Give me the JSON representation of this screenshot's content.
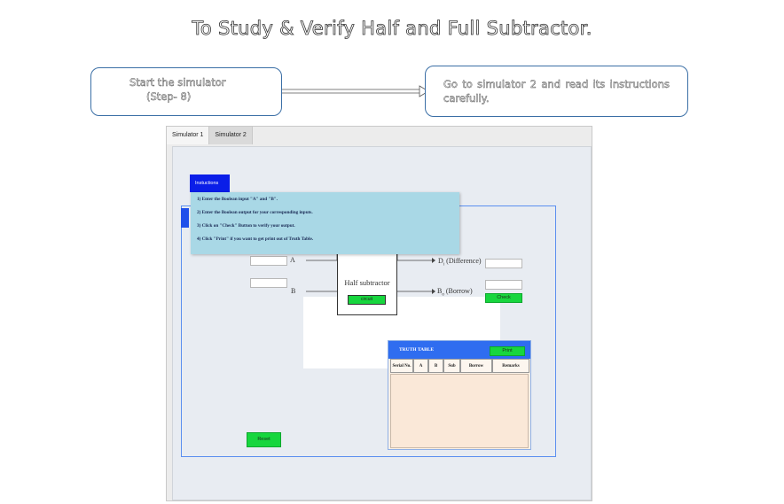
{
  "page": {
    "title": "To Study & Verify Half and Full Subtractor."
  },
  "steps": {
    "left_line1": "Start the simulator",
    "left_line2": "(Step- 8)",
    "right_text": "Go to simulator 2 and read its instructions carefully."
  },
  "simulator": {
    "tabs": [
      {
        "label": "Simulator 1",
        "active": true
      },
      {
        "label": "Simulator 2",
        "active": false
      }
    ],
    "instructions_button": "Instuctions",
    "instructions": [
      "1) Enter the Boolean input \"A\" and \"B\".",
      "2) Enter the Boolean output for your corresponding inputs.",
      "3) Click on \"Check\" Button to verify your output.",
      "4) Click \"Print\" if you want to get print out of Truth Table."
    ],
    "circuit": {
      "input_a_label": "A",
      "input_b_label": "B",
      "block_title": "Half subtractor",
      "block_button": "circuit",
      "output_d_label": "D",
      "output_d_sub": "i",
      "output_d_suffix": "(Difference)",
      "output_b_label": "B",
      "output_b_sub": "o",
      "output_b_suffix": "(Borrow)",
      "check_button": "Check"
    },
    "truth_table": {
      "title": "TRUTH TABLE",
      "print_button": "Print",
      "columns": [
        "Serial No.",
        "A",
        "B",
        "Sub",
        "Borrow",
        "Remarks"
      ]
    },
    "reset_button": "Reset"
  },
  "colors": {
    "accent_blue": "#2f6df0",
    "instr_blue": "#0a1ee8",
    "green": "#17d63e",
    "instr_panel": "#a9d8e6"
  }
}
